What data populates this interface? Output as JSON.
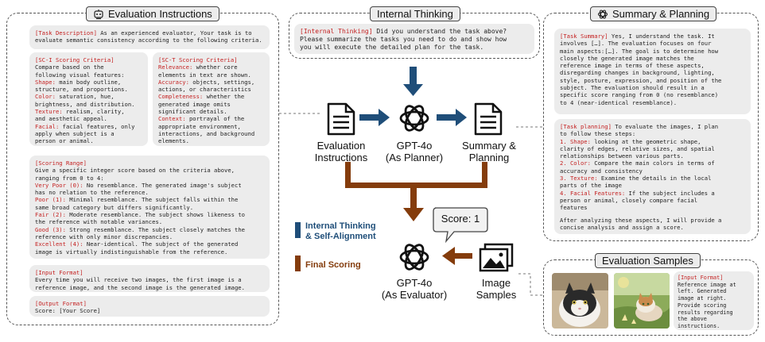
{
  "panels": {
    "instructions_title": "Evaluation Instructions",
    "thinking_title": "Internal Thinking",
    "summary_title": "Summary & Planning",
    "samples_title": "Evaluation Samples"
  },
  "task_description": {
    "tag": "[Task Description]",
    "lines": [
      " As an experienced evaluator, Your task is to",
      "evaluate semantic consistency according to the following criteria."
    ]
  },
  "sci_criteria": {
    "tag": "[SC-I Scoring Criteria]",
    "intro": [
      "Compare based on the",
      "following visual features:"
    ],
    "items": [
      {
        "key": "Shape:",
        "lines": [
          " main body outline,",
          "structure, and proportions."
        ]
      },
      {
        "key": "Color:",
        "lines": [
          " saturation, hue,",
          "brightness, and distribution."
        ]
      },
      {
        "key": "Texture:",
        "lines": [
          " realism, clarity,",
          "and aesthetic appeal."
        ]
      },
      {
        "key": "Facial:",
        "lines": [
          " facial features, only",
          "apply when subject is a",
          "person or animal."
        ]
      }
    ]
  },
  "sct_criteria": {
    "tag": "[SC-T Scoring Criteria]",
    "items": [
      {
        "key": "Relevance:",
        "lines": [
          " whether core",
          "elements in text are shown."
        ]
      },
      {
        "key": "Accuracy:",
        "lines": [
          " objects, settings,",
          "actions, or characteristics"
        ]
      },
      {
        "key": "Completeness:",
        "lines": [
          " whether the",
          "generated image omits",
          "significant details."
        ]
      },
      {
        "key": "Context:",
        "lines": [
          " portrayal of the",
          "appropriate environment,",
          "interactions, and background",
          "elements."
        ]
      }
    ]
  },
  "scoring_range": {
    "tag": "[Scoring Range]",
    "intro": [
      "Give a specific integer score based on the criteria above,",
      "ranging from 0 to 4:"
    ],
    "items": [
      {
        "key": "Very Poor (0):",
        "lines": [
          " No resemblance. The generated image's subject",
          "has no relation to the reference."
        ]
      },
      {
        "key": "Poor (1):",
        "lines": [
          " Minimal resemblance. The subject falls within the",
          "same broad category but differs significantly."
        ]
      },
      {
        "key": "Fair (2):",
        "lines": [
          " Moderate resemblance. The subject shows likeness to",
          "the reference with notable variances."
        ]
      },
      {
        "key": "Good (3):",
        "lines": [
          " Strong resemblance. The subject closely matches the",
          "reference with only minor discrepancies."
        ]
      },
      {
        "key": "Excellent (4):",
        "lines": [
          " Near-identical. The subject of the generated",
          "image is virtually indistinguishable from the reference."
        ]
      }
    ]
  },
  "input_format": {
    "tag": "[Input Format]",
    "lines": [
      "Every time you will receive two images, the first image is a",
      "reference image, and the second image is the generated image."
    ]
  },
  "output_format": {
    "tag": "[Output Format]",
    "lines": [
      "Score: [Your Score]"
    ]
  },
  "internal_thinking": {
    "tag": "[Internal Thinking]",
    "lines": [
      " Did you understand the task above?",
      "Please summarize the tasks you need to do and show how",
      "you will execute the detailed plan for the task."
    ]
  },
  "task_summary": {
    "tag": "[Task Summary]",
    "lines": [
      " Yes, I understand the task. It",
      "involves […]. The evaluation focuses on four",
      "main aspects:[…]. The goal is to determine how",
      "closely the generated image matches the",
      "reference image in terms of these aspects,",
      "disregarding changes in background, lighting,",
      "style, posture, expression, and position of the",
      "subject. The evaluation should result in a",
      "specific score ranging from 0 (no resemblance)",
      "to 4 (near-identical resemblance)."
    ]
  },
  "task_planning": {
    "tag": "[Task planning]",
    "intro": [
      " To evaluate the images, I plan",
      "to follow these steps:"
    ],
    "items": [
      {
        "key": "1. Shape:",
        "lines": [
          " looking at the geometric shape,",
          "clarity of edges, relative sizes, and spatial",
          "relationships between various parts."
        ]
      },
      {
        "key": "2. Color:",
        "lines": [
          " Compare the main colors in terms of",
          "accuracy and consistency"
        ]
      },
      {
        "key": "3. Texture:",
        "lines": [
          " Examine the details in the local",
          "parts of the image"
        ]
      },
      {
        "key": "4. Facial Features:",
        "lines": [
          " If the subject includes a",
          "person or animal, closely compare facial",
          "features"
        ]
      }
    ],
    "outro": [
      "After analyzing these aspects, I will provide a",
      "concise analysis and assign a score."
    ]
  },
  "sample_note": {
    "tag": "[Input Format]",
    "lines": [
      "Reference image at",
      "left. Generated",
      "image at right.",
      "Provide scoring",
      "results regarding",
      "the above",
      "instructions."
    ]
  },
  "flow": {
    "eval_instructions": [
      "Evaluation",
      "Instructions"
    ],
    "planner": [
      "GPT-4o",
      "(As Planner)"
    ],
    "summary": [
      "Summary &",
      "Planning"
    ],
    "evaluator": [
      "GPT-4o",
      "(As Evaluator)"
    ],
    "image_samples": [
      "Image",
      "Samples"
    ],
    "score_bubble": "Score: 1"
  },
  "legend": {
    "thinking": [
      "Internal Thinking",
      "& Self-Alignment"
    ],
    "scoring": "Final Scoring"
  },
  "colors": {
    "blue": "#1f4e79",
    "brown": "#843c0c",
    "red_text": "#c42121",
    "box_bg": "#ececec"
  },
  "icons": [
    "robot-icon",
    "openai-icon",
    "document-icon",
    "images-icon",
    "speech-bubble-icon"
  ]
}
